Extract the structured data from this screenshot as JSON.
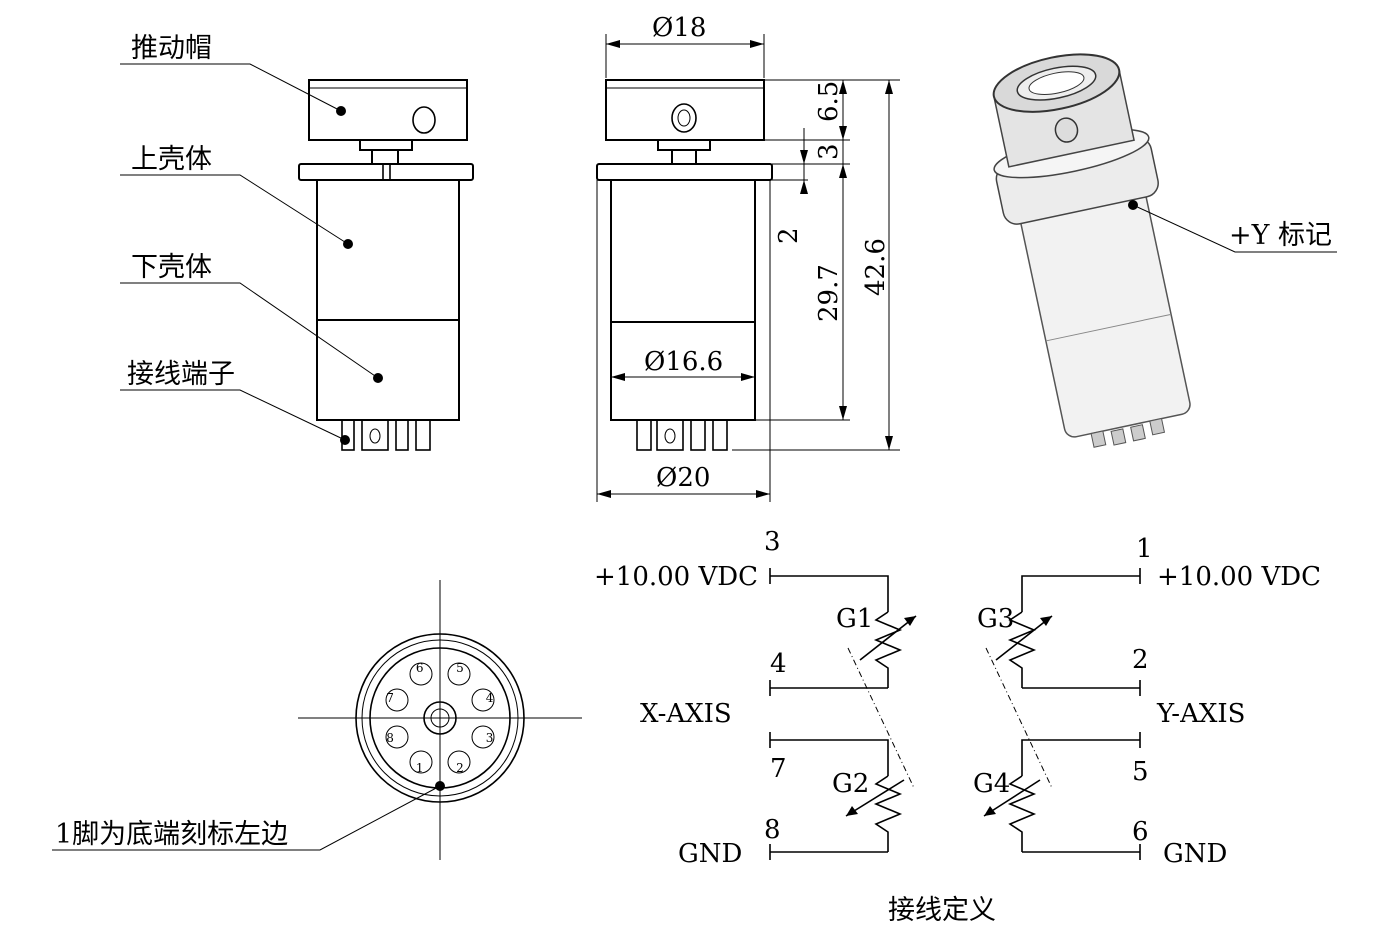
{
  "side_view": {
    "labels": {
      "push_cap": "推动帽",
      "upper_shell": "上壳体",
      "lower_shell": "下壳体",
      "terminals": "接线端子"
    }
  },
  "front_view": {
    "dims": {
      "cap_diameter": "Ø18",
      "body_diameter": "Ø16.6",
      "flange_diameter": "Ø20",
      "cap_height": "6.5",
      "gap": "3",
      "flange": "2",
      "body_height": "29.7",
      "total_height": "42.6"
    }
  },
  "iso_view": {
    "mark_label": "+Y 标记"
  },
  "bottom_view": {
    "note": "1脚为底端刻标左边",
    "pin_numbers": [
      "1",
      "2",
      "3",
      "4",
      "5",
      "6",
      "7",
      "8"
    ]
  },
  "wiring": {
    "title": "接线定义",
    "left": {
      "supply": "+10.00 VDC",
      "axis": "X-AXIS",
      "ground": "GND",
      "pins": [
        "3",
        "4",
        "7",
        "8"
      ],
      "elements": [
        "G1",
        "G2"
      ]
    },
    "right": {
      "supply": "+10.00 VDC",
      "axis": "Y-AXIS",
      "ground": "GND",
      "pins": [
        "1",
        "2",
        "5",
        "6"
      ],
      "elements": [
        "G3",
        "G4"
      ]
    }
  }
}
